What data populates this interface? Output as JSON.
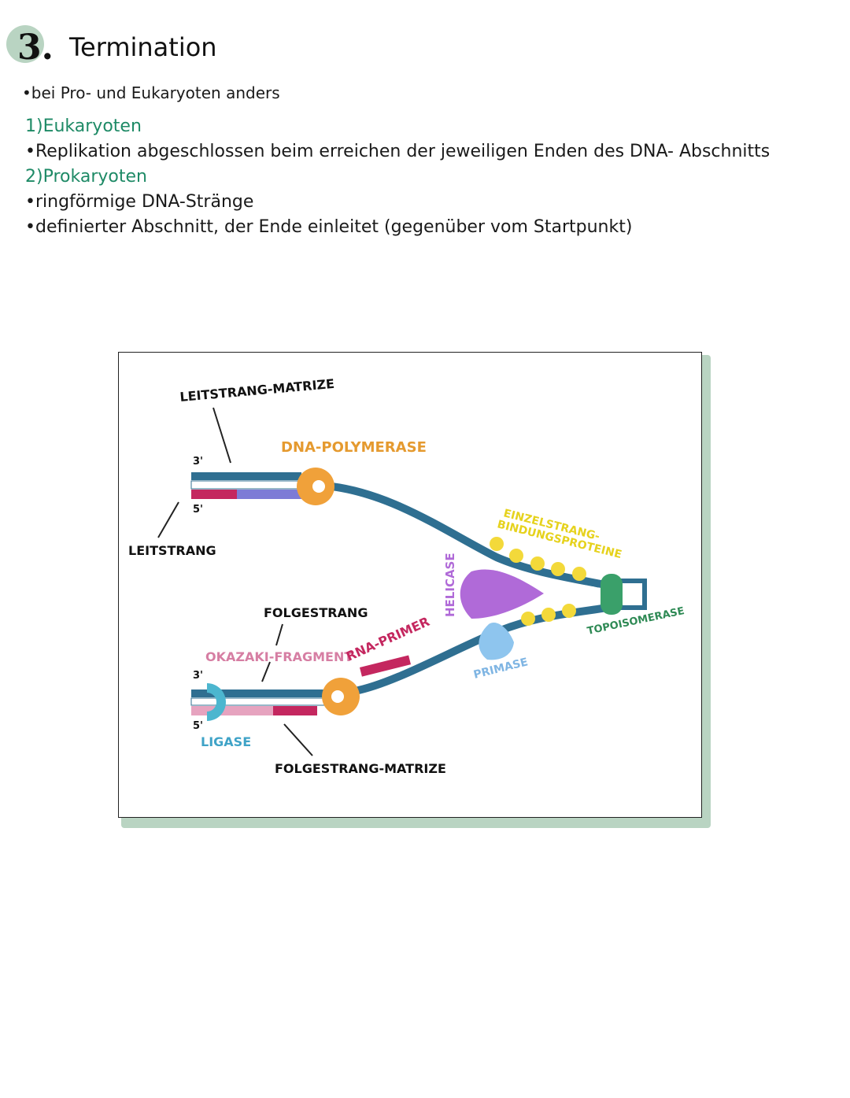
{
  "heading": {
    "number": "3.",
    "title": "Termination"
  },
  "intro": "•bei Pro- und Eukaryoten anders",
  "sections": {
    "eukaryoten": {
      "label": "1)Eukaryoten",
      "bullets": [
        "•Replikation abgeschlossen beim erreichen der jeweiligen Enden des DNA- Abschnitts"
      ]
    },
    "prokaryoten": {
      "label": "2)Prokaryoten",
      "bullets": [
        "•ringförmige DNA-Stränge",
        "•definierter Abschnitt, der Ende einleitet (gegenüber vom Startpunkt)"
      ]
    }
  },
  "figure": {
    "labels": {
      "leitstrang_matrize": "LEITSTRANG-MATRIZE",
      "dna_polymerase": "DNA-POLYMERASE",
      "leitstrang": "LEITSTRANG",
      "einzelstrang_1": "EINZELSTRANG-",
      "einzelstrang_2": "BINDUNGSPROTEINE",
      "helicase": "HELICASE",
      "topoisomerase": "TOPOISOMERASE",
      "folgestrang": "FOLGESTRANG",
      "okazaki_fragment": "OKAZAKI-FRAGMENT",
      "rna_primer": "RNA-PRIMER",
      "primase": "PRIMASE",
      "ligase": "LIGASE",
      "folgestrang_matrize": "FOLGESTRANG-MATRIZE",
      "end_3_top": "3'",
      "end_5_top": "5'",
      "end_3_bottom": "3'",
      "end_5_bottom": "5'"
    },
    "colors": {
      "backbone": "#2f6f91",
      "polymerase": "#f0a13a",
      "helicase": "#b06ad8",
      "primase": "#8ec5ee",
      "topoisomerase": "#3aa06a",
      "ssb": "#f3d93a",
      "ligase": "#4cb6cf",
      "primer": "#c4275f",
      "okazaki": "#e6a3bf",
      "leading_new": "#7d7bd6",
      "frame_shadow": "#b9d4c2",
      "section_heading": "#1e8a66"
    }
  }
}
